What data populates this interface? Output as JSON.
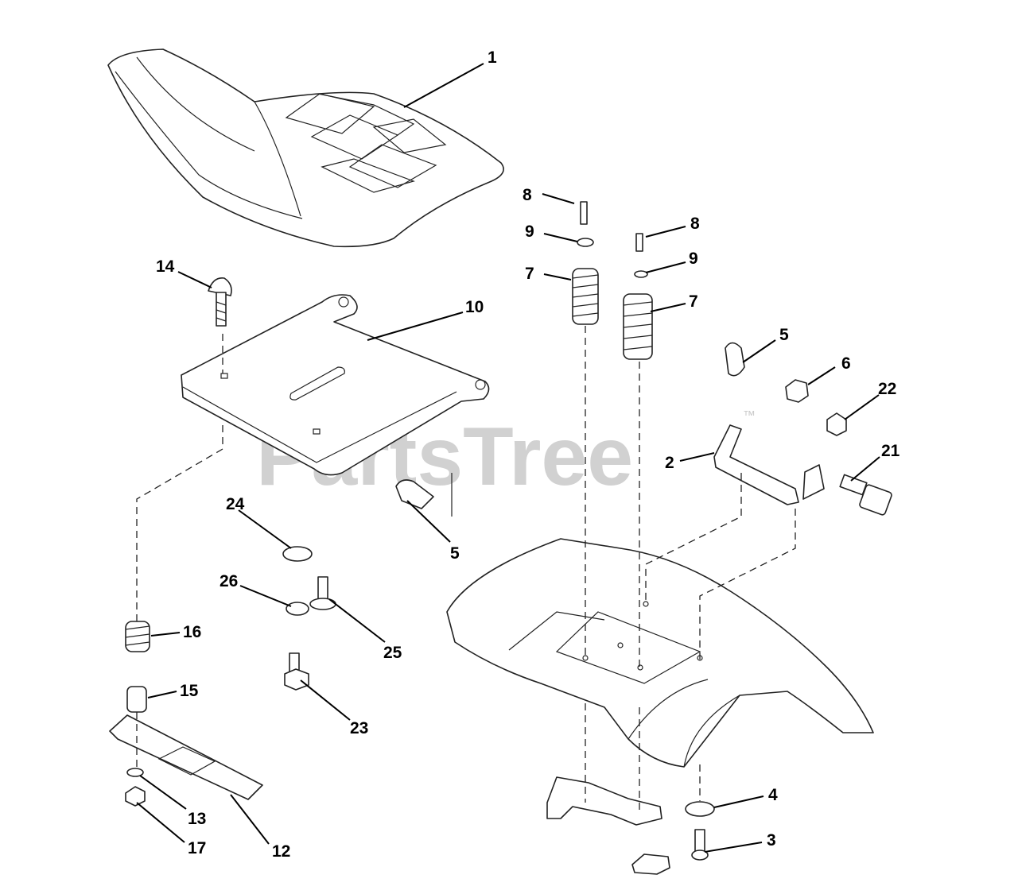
{
  "watermark": {
    "text": "PartsTree",
    "trademark": "™"
  },
  "callouts": [
    "1",
    "14",
    "10",
    "8",
    "9",
    "7",
    "8",
    "9",
    "7",
    "5",
    "6",
    "22",
    "2",
    "21",
    "24",
    "5",
    "26",
    "25",
    "16",
    "23",
    "15",
    "13",
    "17",
    "12",
    "4",
    "3"
  ]
}
